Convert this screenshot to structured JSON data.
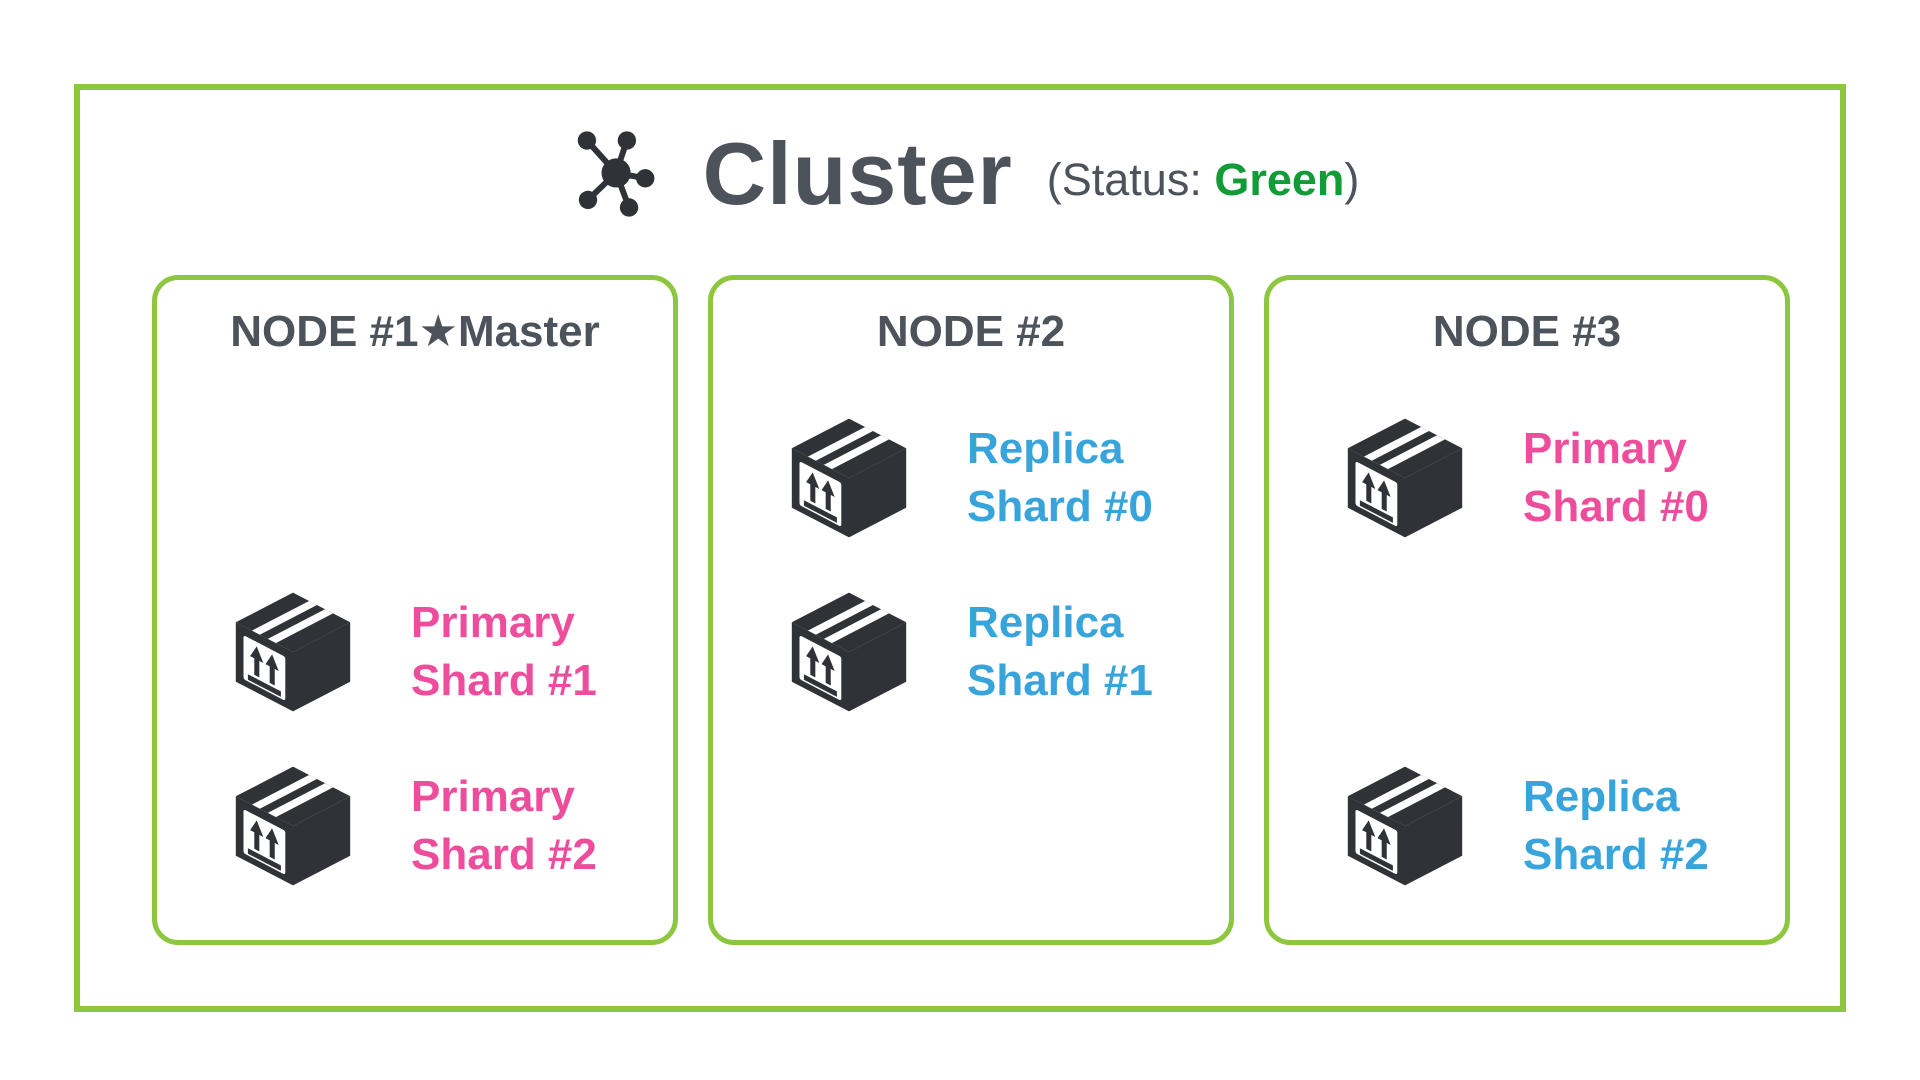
{
  "title": {
    "icon": "network-icon",
    "label": "Cluster",
    "status_prefix": "(Status: ",
    "status_value": "Green",
    "status_suffix": ")"
  },
  "colors": {
    "accent_green": "#8dc63f",
    "status_green": "#129c38",
    "primary_pink": "#ee4d9b",
    "replica_blue": "#37a4dc",
    "text_dark": "#4d535a",
    "icon_dark": "#2f3337"
  },
  "nodes": [
    {
      "name": "NODE #1★Master",
      "shards": [
        {
          "line1": "Primary",
          "line2": "Shard #1",
          "role": "primary",
          "slot": 2
        },
        {
          "line1": "Primary",
          "line2": "Shard #2",
          "role": "primary",
          "slot": 3
        }
      ]
    },
    {
      "name": "NODE #2",
      "shards": [
        {
          "line1": "Replica",
          "line2": "Shard #0",
          "role": "replica",
          "slot": 1
        },
        {
          "line1": "Replica",
          "line2": "Shard #1",
          "role": "replica",
          "slot": 2
        }
      ]
    },
    {
      "name": "NODE #3",
      "shards": [
        {
          "line1": "Primary",
          "line2": "Shard #0",
          "role": "primary",
          "slot": 1
        },
        {
          "line1": "Replica",
          "line2": "Shard #2",
          "role": "replica",
          "slot": 3
        }
      ]
    }
  ]
}
